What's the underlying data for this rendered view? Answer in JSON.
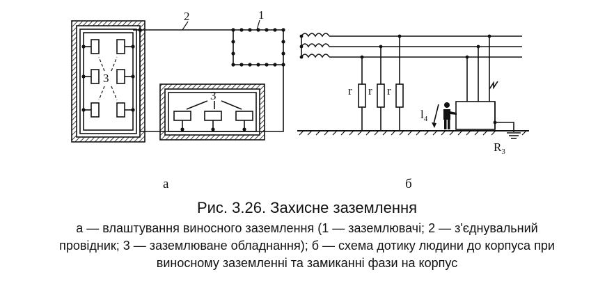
{
  "diagram": {
    "panel_a": {
      "label": "а",
      "callouts": {
        "earth_electrodes": "1",
        "connecting_conductor": "2",
        "equipment_left": "3",
        "equipment_right": "3"
      }
    },
    "panel_b": {
      "label": "б",
      "resistors": [
        "r",
        "r",
        "r"
      ],
      "current_label": "l",
      "current_subscript": "4",
      "ground_resistance_label": "R",
      "ground_resistance_subscript": "3"
    }
  },
  "caption": {
    "title": "Рис. 3.26. Захисне заземлення",
    "line1": "а — влаштування виносного заземлення (1 — заземлювачі; 2 — з'єднувальний",
    "line2": "провідник; 3 — заземлюване обладнання); б — схема дотику людини до корпуса при",
    "line3": "виносному заземленні та замиканні фази на корпус"
  }
}
